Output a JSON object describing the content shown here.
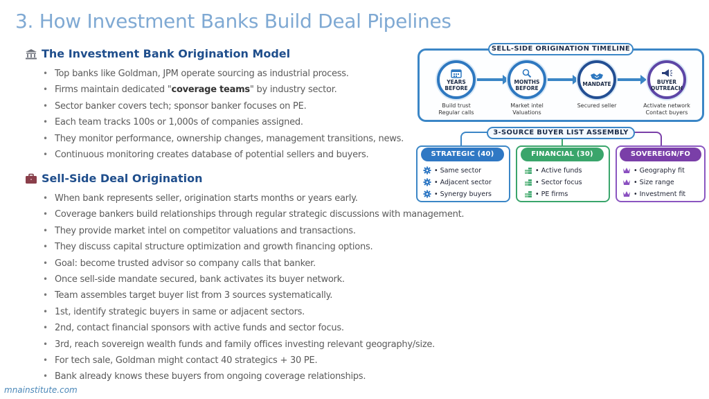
{
  "title": "3. How Investment Banks Build Deal Pipelines",
  "sections": [
    {
      "heading": "The Investment Bank Origination Model",
      "icon": "bank-icon",
      "bullets": [
        {
          "pre": "Top banks like Goldman, JPM operate sourcing as industrial process.",
          "bold": "",
          "post": ""
        },
        {
          "pre": "Firms maintain dedicated \"",
          "bold": "coverage teams",
          "post": "\" by industry sector."
        },
        {
          "pre": "Sector banker covers tech; sponsor banker focuses on PE.",
          "bold": "",
          "post": ""
        },
        {
          "pre": "Each team tracks 100s or 1,000s of companies assigned.",
          "bold": "",
          "post": ""
        },
        {
          "pre": "They monitor performance, ownership changes, management transitions, news.",
          "bold": "",
          "post": ""
        },
        {
          "pre": "Continuous monitoring creates database of potential sellers and buyers.",
          "bold": "",
          "post": ""
        }
      ]
    },
    {
      "heading": "Sell-Side Deal Origination",
      "icon": "briefcase-icon",
      "bullets": [
        {
          "pre": "When bank represents seller, origination starts months or years early.",
          "bold": "",
          "post": ""
        },
        {
          "pre": "Coverage bankers build relationships through regular strategic discussions with management.",
          "bold": "",
          "post": ""
        },
        {
          "pre": "They provide market intel on competitor valuations and transactions.",
          "bold": "",
          "post": ""
        },
        {
          "pre": "They discuss capital structure optimization and growth financing options.",
          "bold": "",
          "post": ""
        },
        {
          "pre": "Goal: become trusted advisor so company calls that banker.",
          "bold": "",
          "post": ""
        },
        {
          "pre": "Once sell-side mandate secured, bank activates its buyer network.",
          "bold": "",
          "post": ""
        },
        {
          "pre": "Team assembles target buyer list from 3 sources systematically.",
          "bold": "",
          "post": ""
        },
        {
          "pre": "1st, identify strategic buyers in same or adjacent sectors.",
          "bold": "",
          "post": ""
        },
        {
          "pre": "2nd, contact financial sponsors with active funds and sector focus.",
          "bold": "",
          "post": ""
        },
        {
          "pre": "3rd, reach sovereign wealth funds and family offices investing relevant geography/size.",
          "bold": "",
          "post": ""
        },
        {
          "pre": "For tech sale, Goldman might contact 40 strategics + 30 PE.",
          "bold": "",
          "post": ""
        },
        {
          "pre": "Bank already knows these buyers from ongoing coverage relationships.",
          "bold": "",
          "post": ""
        }
      ]
    }
  ],
  "diagram": {
    "timeline_title": "SELL-SIDE ORIGINATION TIMELINE",
    "steps": [
      {
        "label1": "YEARS",
        "label2": "BEFORE",
        "desc1": "Build trust",
        "desc2": "Regular calls",
        "icon": "calendar-icon",
        "color": "#2e78c0"
      },
      {
        "label1": "MONTHS",
        "label2": "BEFORE",
        "desc1": "Market intel",
        "desc2": "Valuations",
        "icon": "magnifier-icon",
        "color": "#2e78c0"
      },
      {
        "label1": "MANDATE",
        "label2": "",
        "desc1": "Secured seller",
        "desc2": "",
        "icon": "handshake-icon",
        "color": "#234f93"
      },
      {
        "label1": "BUYER",
        "label2": "OUTREACH",
        "desc1": "Activate network",
        "desc2": "Contact buyers",
        "icon": "megaphone-icon",
        "color": "#5d46a6"
      }
    ],
    "assembly_title": "3-SOURCE BUYER LIST ASSEMBLY",
    "sources": [
      {
        "name": "STRATEGIC (40)",
        "color": "#2f78c4",
        "icon": "gear-icon",
        "items": [
          "• Same sector",
          "• Adjacent sector",
          "• Synergy buyers"
        ]
      },
      {
        "name": "FINANCIAL (30)",
        "color": "#3aa56b",
        "icon": "money-stack-icon",
        "items": [
          "• Active funds",
          "• Sector focus",
          "• PE firms"
        ]
      },
      {
        "name": "SOVEREIGN/FO",
        "color": "#7a3fa8",
        "icon": "crown-icon",
        "items": [
          "• Geography fit",
          "• Size range",
          "• Investment fit"
        ]
      }
    ]
  },
  "footer": "mnainstitute.com"
}
